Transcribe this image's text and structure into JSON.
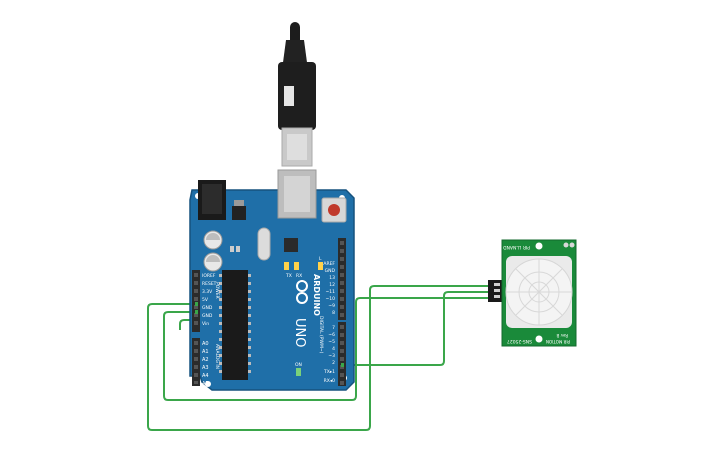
{
  "board": {
    "brand": "ARDUINO",
    "model": "UNO",
    "chip_label": "",
    "labels": {
      "power_header": "POWER",
      "analog_header": "ANALOG IN",
      "digital_header": "DIGITAL (PWM~)",
      "led_l": "L",
      "led_tx": "TX",
      "led_rx": "RX",
      "led_on": "ON",
      "aref": "AREF",
      "gnd": "GND",
      "ioref": "IOREF",
      "reset": "RESET",
      "v33": "3.3V",
      "v5": "5V",
      "gnd1": "GND",
      "gnd2": "GND",
      "vin": "Vin",
      "a0": "A0",
      "a1": "A1",
      "a2": "A2",
      "a3": "A3",
      "a4": "A4",
      "a5": "A5",
      "d13": "13",
      "d12": "12",
      "d11": "~11",
      "d10": "~10",
      "d9": "~9",
      "d8": "8",
      "d7": "7",
      "d6": "~6",
      "d5": "~5",
      "d4": "4",
      "d3": "~3",
      "d2": "2",
      "d1": "TX▸1",
      "d0": "RX◂0"
    }
  },
  "sensor": {
    "top_label": "PIR LLNAND",
    "bottom_label": "SNS-25027",
    "side_label": "Rev B",
    "bottom_sub": "PIR MOTION"
  },
  "colors": {
    "board": "#1f6fa8",
    "board_dark": "#16527e",
    "wire": "#3aa64a",
    "sensor_pcb": "#1a8a3a",
    "header": "#2b2b2b"
  }
}
